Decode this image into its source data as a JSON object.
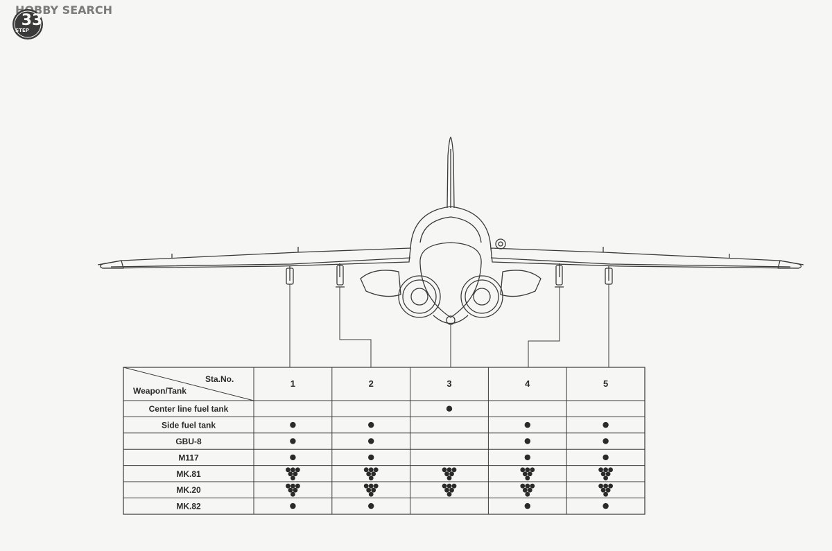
{
  "watermark": {
    "brand": "HOBBY SEARCH"
  },
  "step_badge": {
    "number": "33",
    "label": "STEP"
  },
  "table": {
    "header_row_label": "Sta.No.",
    "header_col_label": "Weapon/Tank",
    "stations": [
      "1",
      "2",
      "3",
      "4",
      "5"
    ],
    "rows": [
      {
        "name": "Center line fuel tank",
        "marks": [
          0,
          0,
          1,
          0,
          0
        ]
      },
      {
        "name": "Side fuel tank",
        "marks": [
          1,
          1,
          0,
          1,
          1
        ]
      },
      {
        "name": "GBU-8",
        "marks": [
          1,
          1,
          0,
          1,
          1
        ]
      },
      {
        "name": "M117",
        "marks": [
          1,
          1,
          0,
          1,
          1
        ]
      },
      {
        "name": "MK.81",
        "marks": [
          6,
          6,
          6,
          6,
          6
        ]
      },
      {
        "name": "MK.20",
        "marks": [
          6,
          6,
          6,
          6,
          6
        ]
      },
      {
        "name": "MK.82",
        "marks": [
          1,
          1,
          0,
          1,
          1
        ]
      }
    ]
  },
  "colors": {
    "line": "#3a3a3a",
    "dot": "#2b2b2b",
    "paper": "#f6f6f4",
    "watermark": "#7a7a7a"
  }
}
